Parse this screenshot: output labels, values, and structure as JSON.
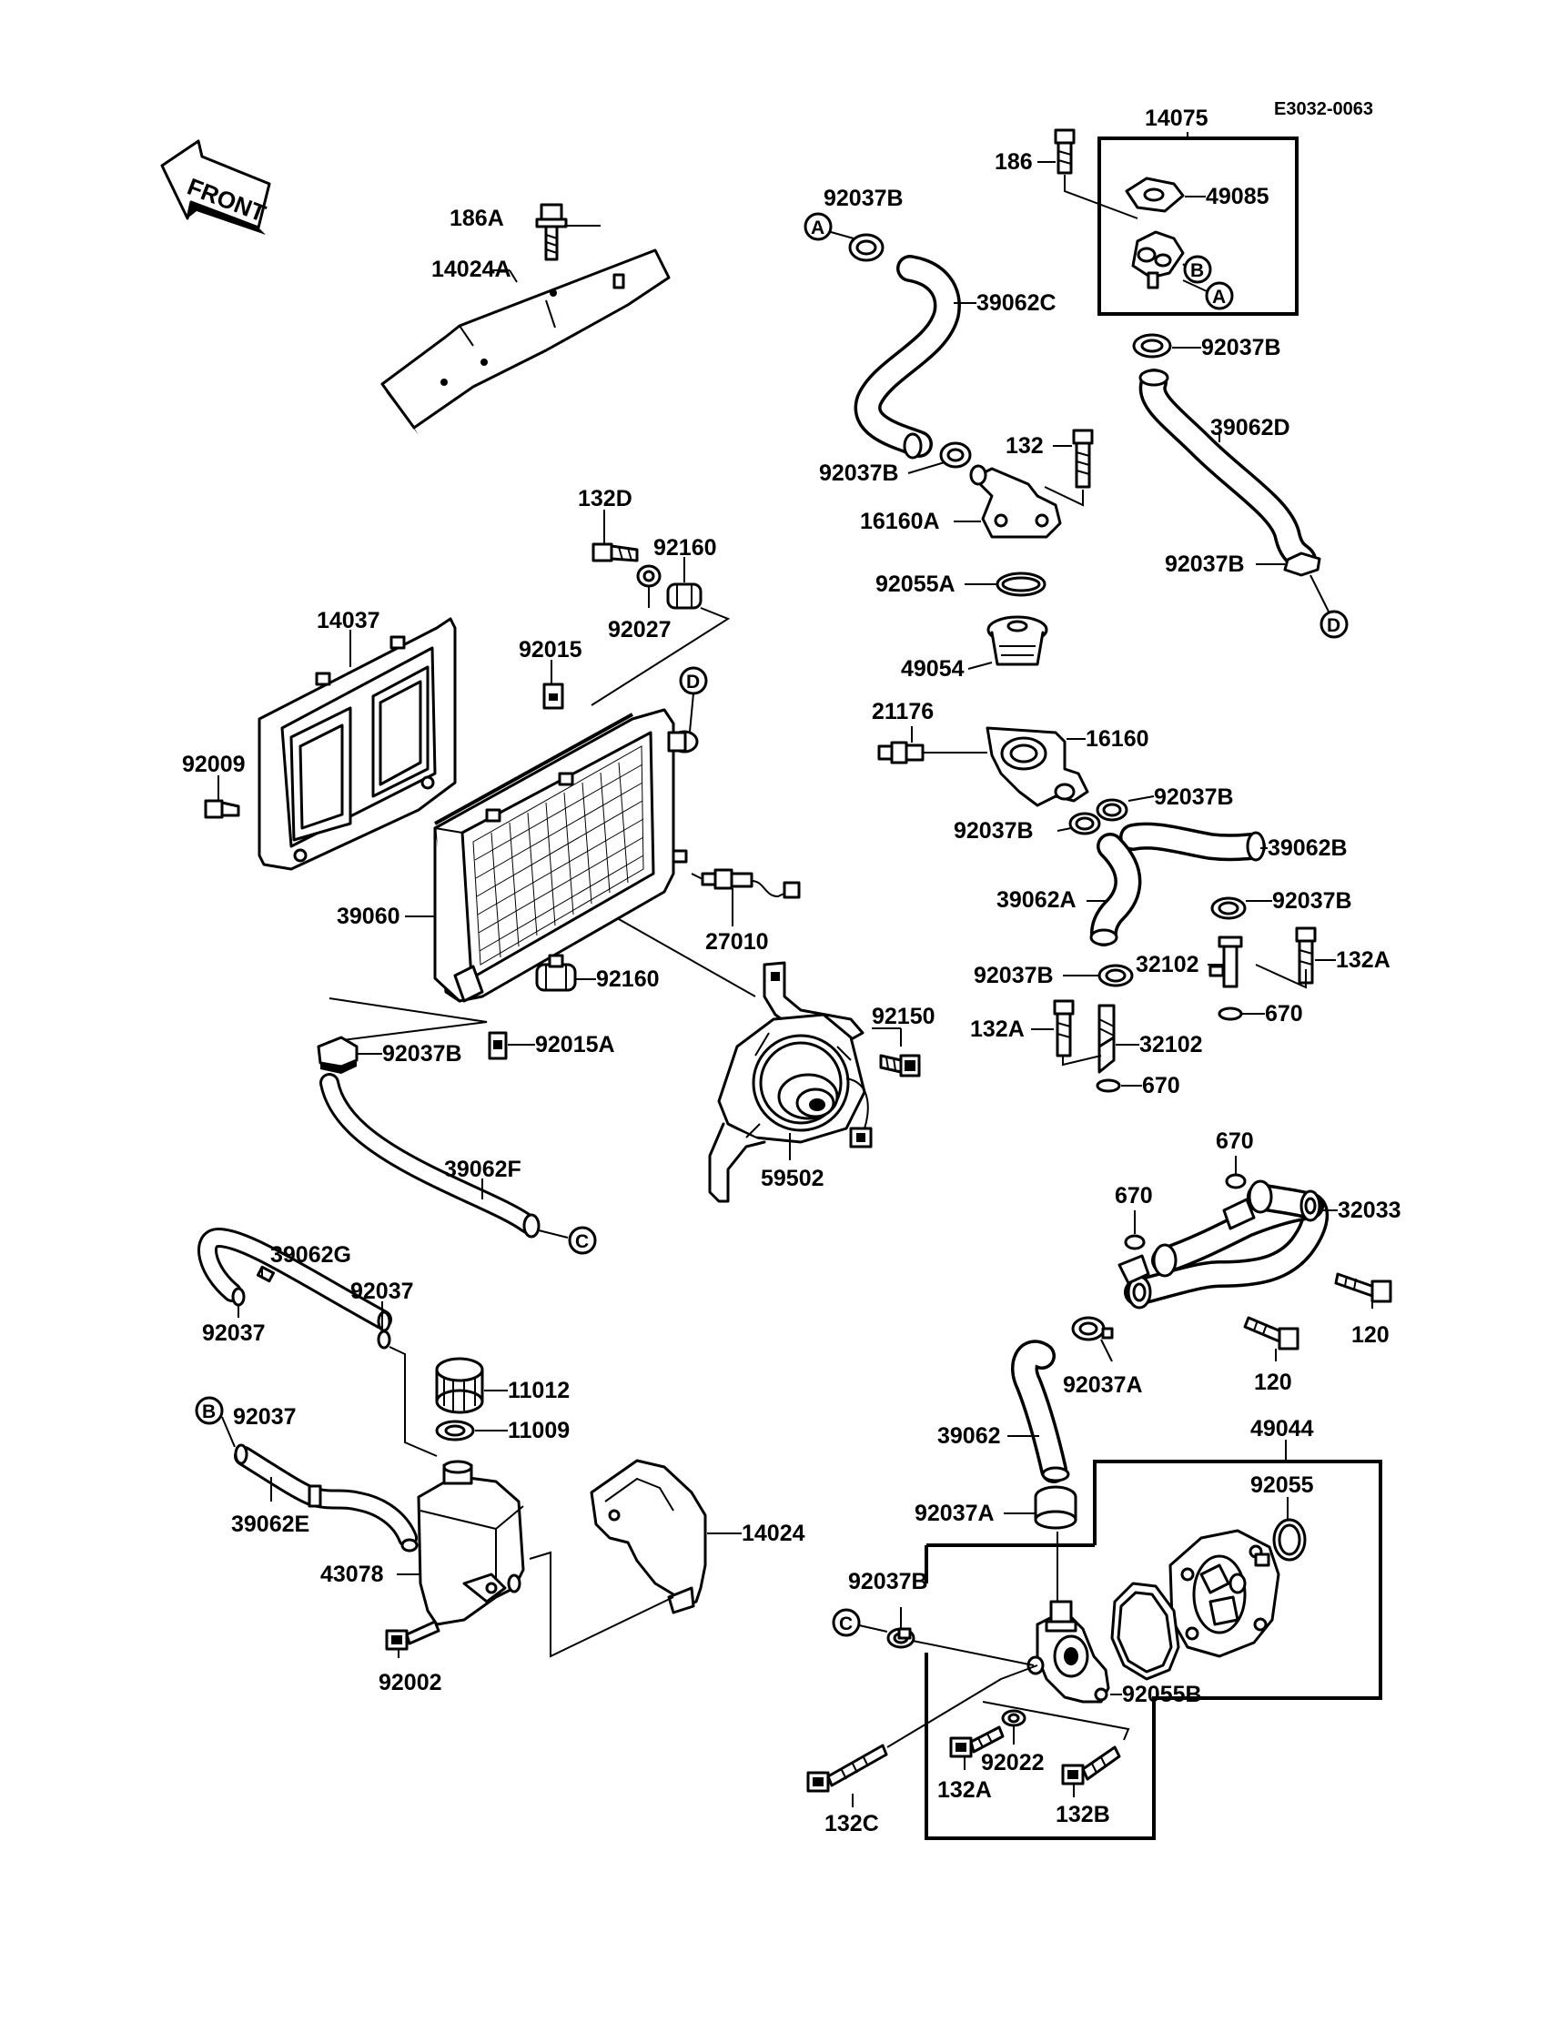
{
  "reference_code": "E3032-0063",
  "front_label": "FRONT",
  "callouts": [
    {
      "id": "A",
      "where": "upper-left hose clamp"
    },
    {
      "id": "A",
      "where": "thermostat housing"
    },
    {
      "id": "B",
      "where": "thermostat housing"
    },
    {
      "id": "B",
      "where": "reserve tank hose"
    },
    {
      "id": "C",
      "where": "radiator lower hose end"
    },
    {
      "id": "C",
      "where": "water pump inlet"
    },
    {
      "id": "D",
      "where": "radiator upper inlet"
    },
    {
      "id": "D",
      "where": "right hose end"
    }
  ],
  "part_labels": [
    "14075",
    "186",
    "49085",
    "92037B",
    "39062C",
    "39062D",
    "132",
    "16160A",
    "92055A",
    "49054",
    "21176",
    "16160",
    "39062B",
    "39062A",
    "32102",
    "132A",
    "670",
    "186A",
    "14024A",
    "132D",
    "92160",
    "92027",
    "92015",
    "14037",
    "92009",
    "39060",
    "27010",
    "92015A",
    "92150",
    "59502",
    "39062F",
    "39062G",
    "92037",
    "11012",
    "11009",
    "14024",
    "43078",
    "92002",
    "39062E",
    "32033",
    "120",
    "92037A",
    "39062",
    "49044",
    "92055",
    "92055B",
    "92022",
    "132C",
    "132B"
  ]
}
